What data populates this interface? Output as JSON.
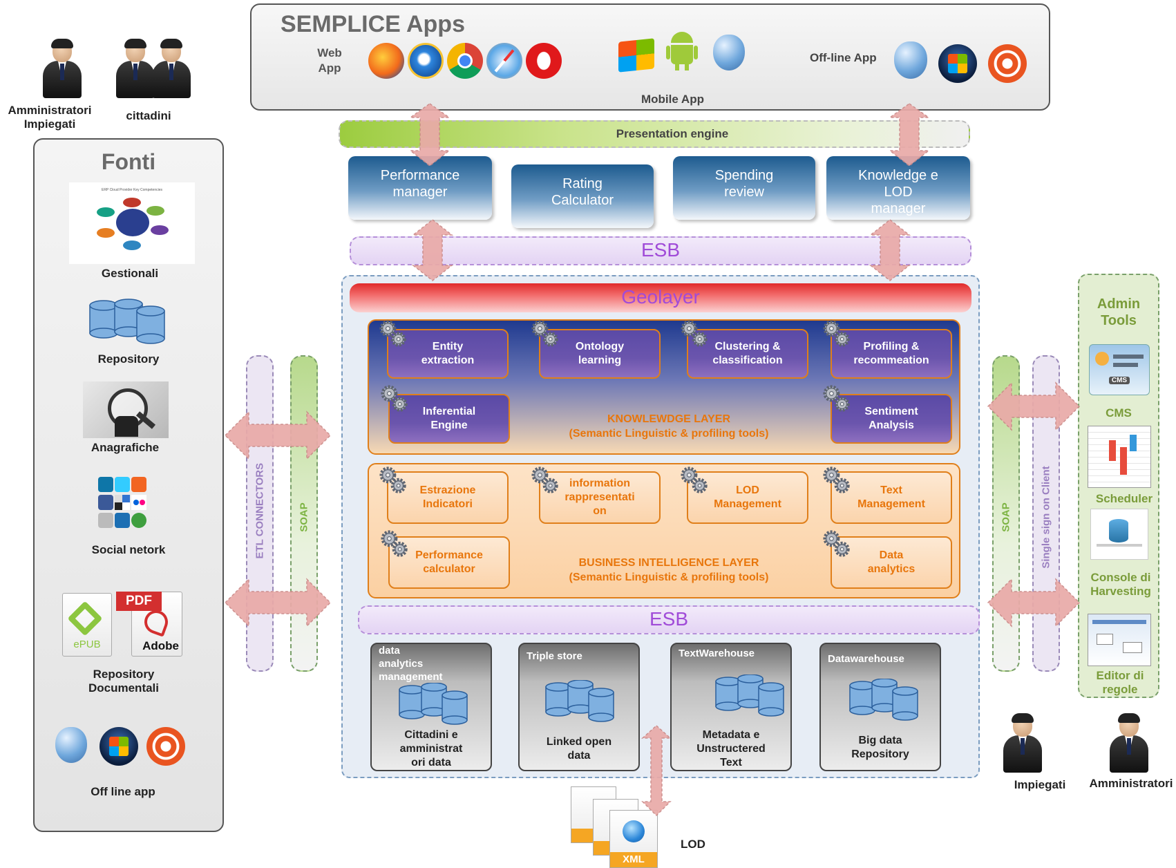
{
  "top": {
    "title": "SEMPLICE Apps",
    "web_app": "Web\nApp",
    "mobile_app": "Mobile App",
    "offline_app": "Off-line App",
    "browsers": [
      "firefox-icon",
      "ie-icon",
      "chrome-icon",
      "safari-icon",
      "opera-icon"
    ],
    "browser_labels": [
      "Firefox",
      "IE",
      "Chrome",
      "Safari",
      "Opera"
    ]
  },
  "users_left": {
    "admin_label": "Amministratori\nImpiegati",
    "citizens_label": "cittadini"
  },
  "fonti": {
    "title": "Fonti",
    "items": [
      "Gestionali",
      "Repository",
      "Anagrafiche",
      "Social netork",
      "Repository\nDocumentali",
      "Off line app"
    ],
    "gestionali_caption": "ERP Cloud Provider Key Competencies",
    "epub": "ePUB",
    "pdf": "PDF",
    "adobe": "Adobe"
  },
  "presentation_engine": "Presentation engine",
  "modules": [
    "Performance\nmanager",
    "Rating\nCalculator",
    "Spending\nreview",
    "Knowledge e\nLOD\nmanager"
  ],
  "esb_top": "ESB",
  "geolayer": "Geolayer",
  "knowledge_layer": {
    "title": "KNOWLEWDGE LAYER\n(Semantic Linguistic & profiling tools)",
    "boxes": [
      "Entity\nextraction",
      "Ontology\nlearning",
      "Clustering &\nclassification",
      "Profiling &\nrecommeation",
      "Inferential\nEngine",
      "Sentiment\nAnalysis"
    ]
  },
  "bi_layer": {
    "title": "BUSINESS INTELLIGENCE LAYER\n(Semantic Linguistic & profiling tools)",
    "boxes": [
      "Estrazione\nIndicatori",
      "information\nrappresentati\non",
      "LOD\nManagement",
      "Text\nManagement",
      "Performance\ncalculator",
      "Data\nanalytics"
    ]
  },
  "esb_bottom": "ESB",
  "stores": [
    {
      "title": "data\nanalytics\nmanagement",
      "caption": "Cittadini e\namministrat\nori data"
    },
    {
      "title": "Triple store",
      "caption": "Linked open\ndata"
    },
    {
      "title": "TextWarehouse",
      "caption": "Metadata e\nUnstructered\nText"
    },
    {
      "title": "Datawarehouse",
      "caption": "Big data\nRepository"
    }
  ],
  "connectors": {
    "etl": "ETL CONNECTORS",
    "soap_left": "SOAP",
    "soap_right": "SOAP",
    "sso": "Single sign on Client"
  },
  "admin_tools": {
    "title": "Admin\nTools",
    "items": [
      "CMS",
      "Scheduler",
      "Console di\nHarvesting",
      "Editor di\nregole"
    ],
    "cms_badge": "CMS"
  },
  "users_right": {
    "employees": "Impiegati",
    "admins": "Amministratori"
  },
  "lod": {
    "label": "LOD",
    "xml": "XML"
  },
  "colors": {
    "orange": "#e8760c",
    "purple": "#a04bd8",
    "pink_arrow": "#e9aaa8",
    "green": "#8cc63f"
  }
}
